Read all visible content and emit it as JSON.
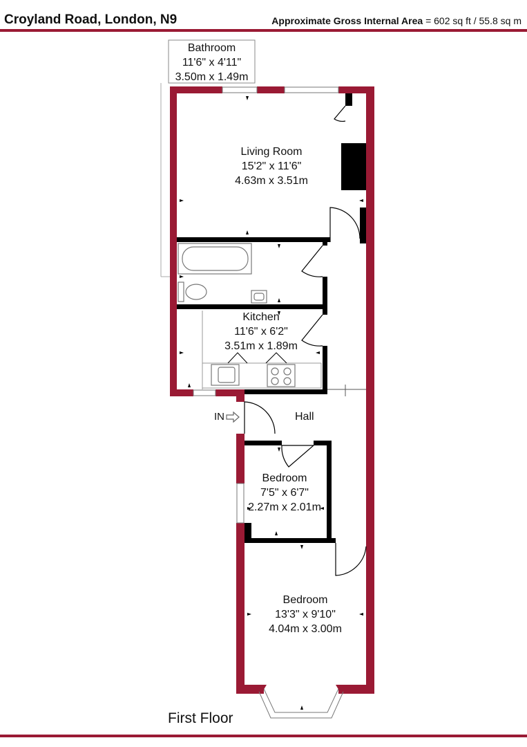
{
  "header": {
    "title": "Croyland Road, London, N9",
    "area_prefix": "Approximate Gross Internal Area",
    "area_value": " = 602 sq ft / 55.8 sq m"
  },
  "rooms": {
    "bathroom": {
      "name": "Bathroom",
      "imperial": "11'6\" x 4'11\"",
      "metric": "3.50m x 1.49m"
    },
    "living_room": {
      "name": "Living Room",
      "imperial": "15'2\" x 11'6\"",
      "metric": "4.63m x 3.51m"
    },
    "kitchen": {
      "name": "Kitchen",
      "imperial": "11'6\" x 6'2\"",
      "metric": "3.51m x 1.89m"
    },
    "hall": {
      "name": "Hall"
    },
    "bedroom_small": {
      "name": "Bedroom",
      "imperial": "7'5\" x 6'7\"",
      "metric": "2.27m x 2.01m"
    },
    "bedroom_large": {
      "name": "Bedroom",
      "imperial": "13'3\" x 9'10\"",
      "metric": "4.04m x 3.00m"
    }
  },
  "entrance_label": "IN",
  "floor_label": "First Floor",
  "colors": {
    "external_wall": "#9a1a34",
    "internal_wall": "#000000",
    "fixture": "#777777"
  }
}
